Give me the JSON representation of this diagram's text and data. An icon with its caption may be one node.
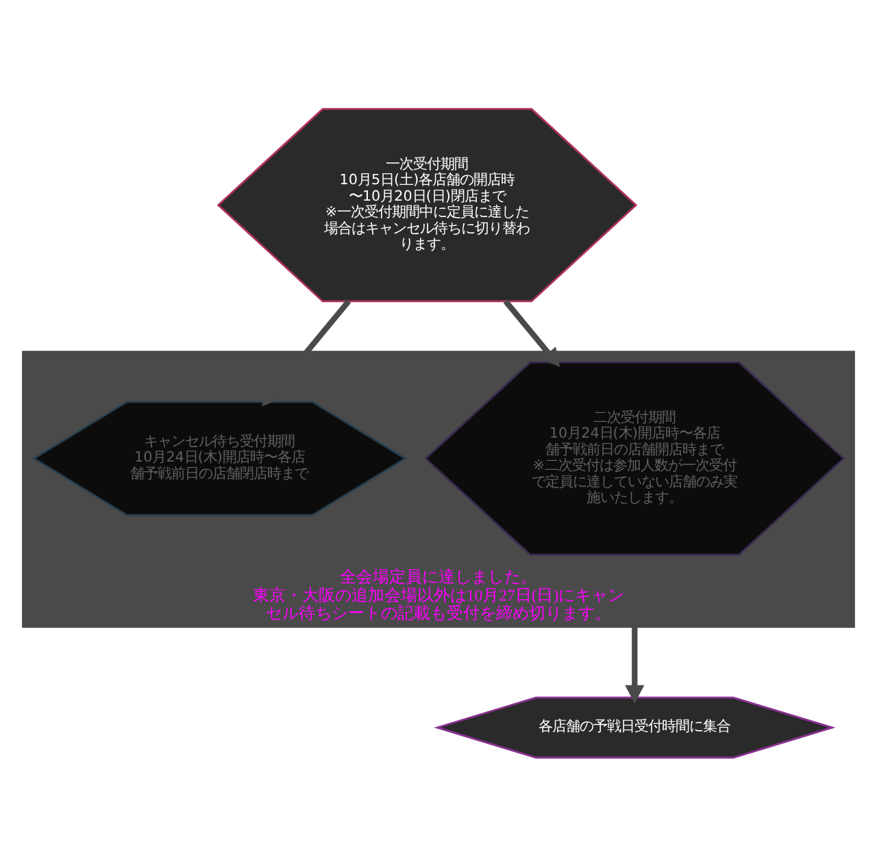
{
  "diagram": {
    "nodes": [
      {
        "text": [
          "一次受付期間",
          "10月5日(土)各店舗の開店時〜10月20日(日)閉店まで",
          "※一次受付期間中に定員に達した場合はキャンセル待ちに切り替わります。"
        ]
      },
      {
        "text": [
          "全会場定員に達しました。",
          "東京・大阪の追加会場以外は10月27日(日)にキャンセル待ちシートの記載も受付を締め切ります。"
        ]
      },
      {
        "text": [
          "二次受付期間",
          "10月24日(木)開店時〜各店舗予戦前日の店舗開店時まで",
          "※二次受付は参加人数が一次受付で定員に達していない店舗のみ実施いたします。"
        ],
        "in": 1
      },
      {
        "text": [
          "キャンセル待ち受付期間",
          "10月24日(木)開店時〜各店舗予戦前日の店舗閉店時まで"
        ],
        "in": 1
      },
      {
        "text": [
          "各店舗の予戦日受付時間に集合"
        ]
      }
    ],
    "edges": [
      {
        "from": 0,
        "to": 2,
        "arrow": "to"
      },
      {
        "from": 0,
        "to": 3,
        "arrow": "to"
      },
      {
        "from": 1,
        "to": 4,
        "arrow": "to"
      }
    ]
  }
}
